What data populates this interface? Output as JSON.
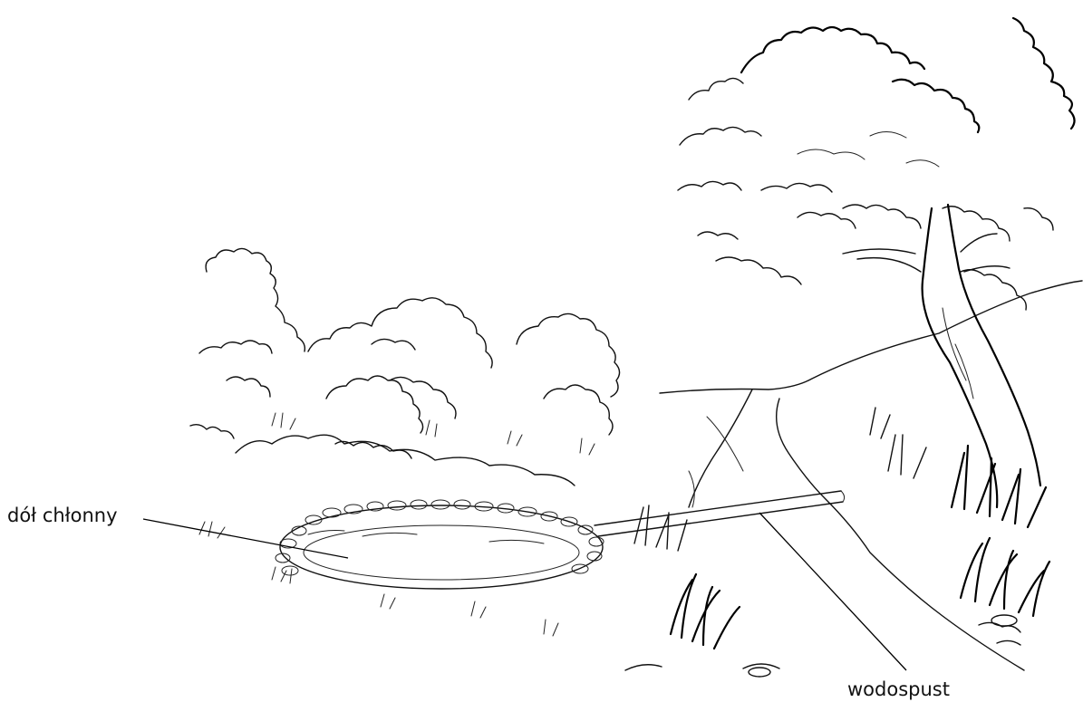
{
  "labels": {
    "absorption_pit": "dół chłonny",
    "culvert": "wodospust"
  },
  "elements": {
    "tree": "tree-canopy-and-trunk",
    "shrubs": "background-shrubs",
    "pit": "stone-lined-absorption-pit",
    "pipe": "culvert-pipe",
    "ditch": "roadside-ditch"
  }
}
